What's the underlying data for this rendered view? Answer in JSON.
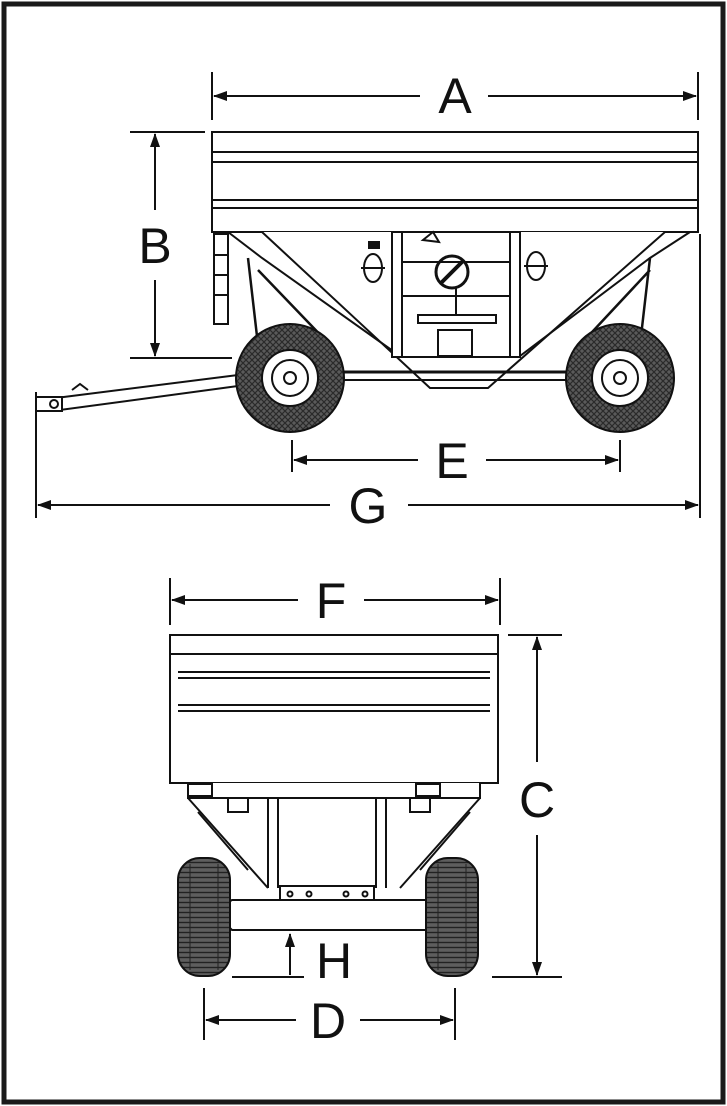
{
  "dimension_labels": {
    "a": "A",
    "b": "B",
    "c": "C",
    "d": "D",
    "e": "E",
    "f": "F",
    "g": "G",
    "h": "H"
  },
  "colors": {
    "line": "#111111",
    "tire": "#4a4a4a",
    "tire_dark": "#2a2a2a",
    "body_fill": "#ffffff",
    "frame_border": "#1a1a1a"
  }
}
